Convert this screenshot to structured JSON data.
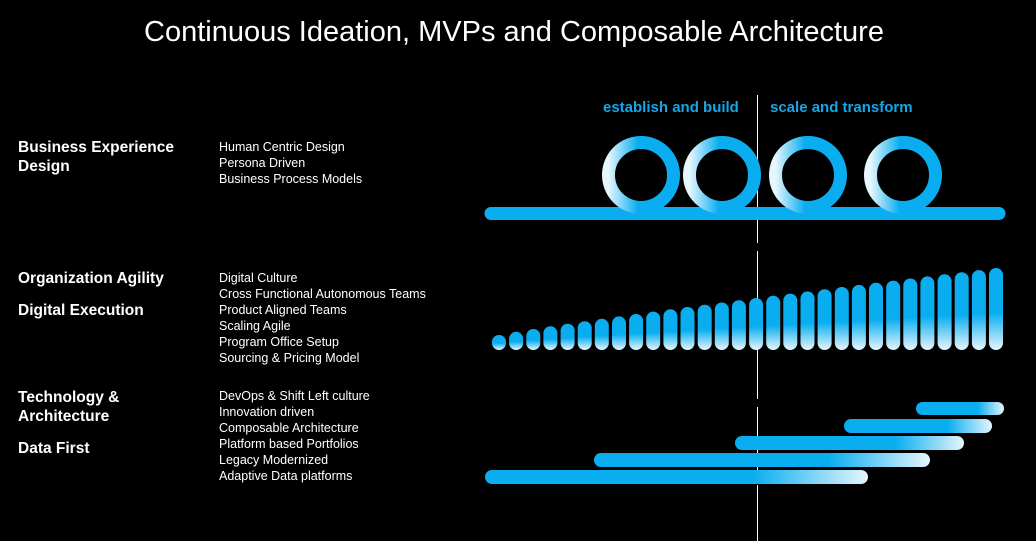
{
  "title": "Continuous Ideation, MVPs and Composable Architecture",
  "phases": {
    "left": "establish and build",
    "right": "scale and transform"
  },
  "sections": {
    "bxd": {
      "headings": [
        "Business Experience Design"
      ],
      "items": [
        "Human Centric Design",
        "Persona Driven",
        "Business Process Models"
      ]
    },
    "org": {
      "headings": [
        "Organization Agility",
        "Digital Execution"
      ],
      "items": [
        "Digital Culture",
        "Cross Functional Autonomous Teams",
        "Product Aligned Teams",
        "Scaling Agile",
        "Program Office Setup",
        "Sourcing & Pricing Model"
      ]
    },
    "tech": {
      "headings": [
        "Technology & Architecture",
        "Data First"
      ],
      "items": [
        "DevOps & Shift Left culture",
        "Innovation driven",
        "Composable Architecture",
        "Platform based Portfolios",
        "Legacy Modernized",
        "Adaptive Data platforms"
      ]
    }
  },
  "colors": {
    "accent": "#0aaef0",
    "phase_text": "#13a7ea",
    "background": "#000000",
    "text": "#ffffff"
  }
}
